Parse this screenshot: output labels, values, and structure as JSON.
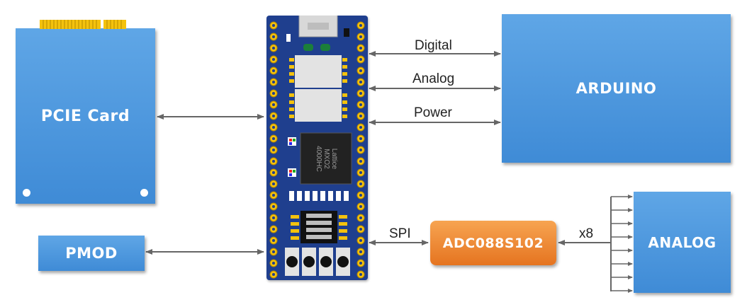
{
  "blocks": {
    "pcie": "PCIE Card",
    "pmod": "PMOD",
    "arduino": "ARDUINO",
    "adc": "ADC088S102",
    "analog": "ANALOG"
  },
  "chip": {
    "line1": "Lattice",
    "line2": "MXO2",
    "line3": "4000HC"
  },
  "links": {
    "digital": "Digital",
    "analog": "Analog",
    "power": "Power",
    "spi": "SPI",
    "x8": "x8"
  },
  "colors": {
    "block_blue": "#4a95dc",
    "board_blue": "#1d3f8f",
    "adc_orange": "#ef8a32",
    "arrow_gray": "#666666"
  }
}
